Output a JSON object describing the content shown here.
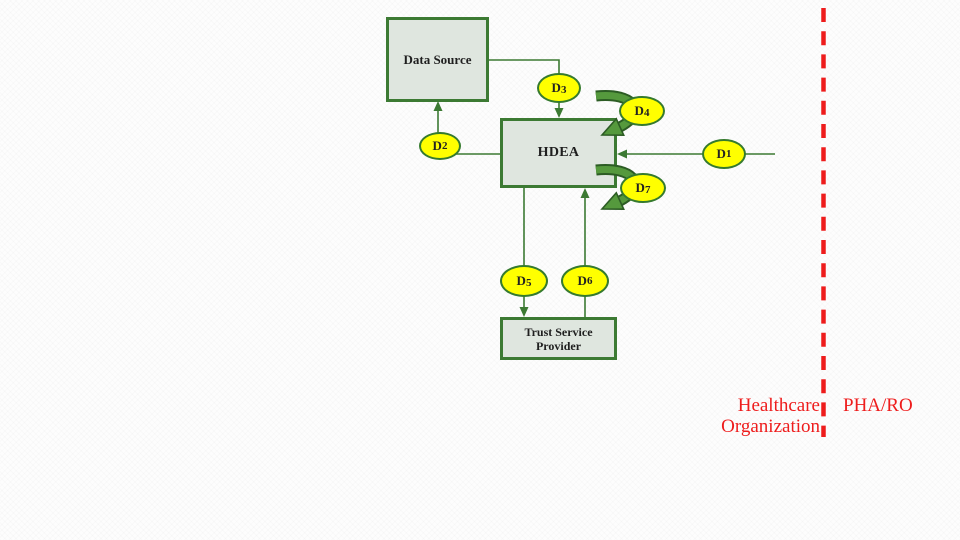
{
  "boxes": {
    "data_source": {
      "label": "Data Source"
    },
    "hdea": {
      "label": "HDEA"
    },
    "trust_service_provider": {
      "line1": "Trust Service",
      "line2": "Provider"
    }
  },
  "ellipses": [
    {
      "id": "d1",
      "prefix": "D",
      "num": "1"
    },
    {
      "id": "d2",
      "prefix": "D",
      "num": "2"
    },
    {
      "id": "d3",
      "prefix": "D",
      "num": "3"
    },
    {
      "id": "d4",
      "prefix": "D",
      "num": "4"
    },
    {
      "id": "d5",
      "prefix": "D",
      "num": "5"
    },
    {
      "id": "d6",
      "prefix": "D",
      "num": "6"
    },
    {
      "id": "d7",
      "prefix": "D",
      "num": "7"
    }
  ],
  "zones": {
    "left_line1": "Healthcare",
    "left_line2": "Organization",
    "right": "PHA/RO"
  },
  "colors": {
    "line-green": "#3c7a33",
    "box-fill": "#dfe6df",
    "box-border": "#3c7a33",
    "ellipse-fill": "#ffff00",
    "ellipse-border": "#357a2e",
    "arrow-fill": "#55993d",
    "arrow-outline": "#2c5c24",
    "red": "#ee1c1c",
    "text": "#1f1f1f"
  }
}
